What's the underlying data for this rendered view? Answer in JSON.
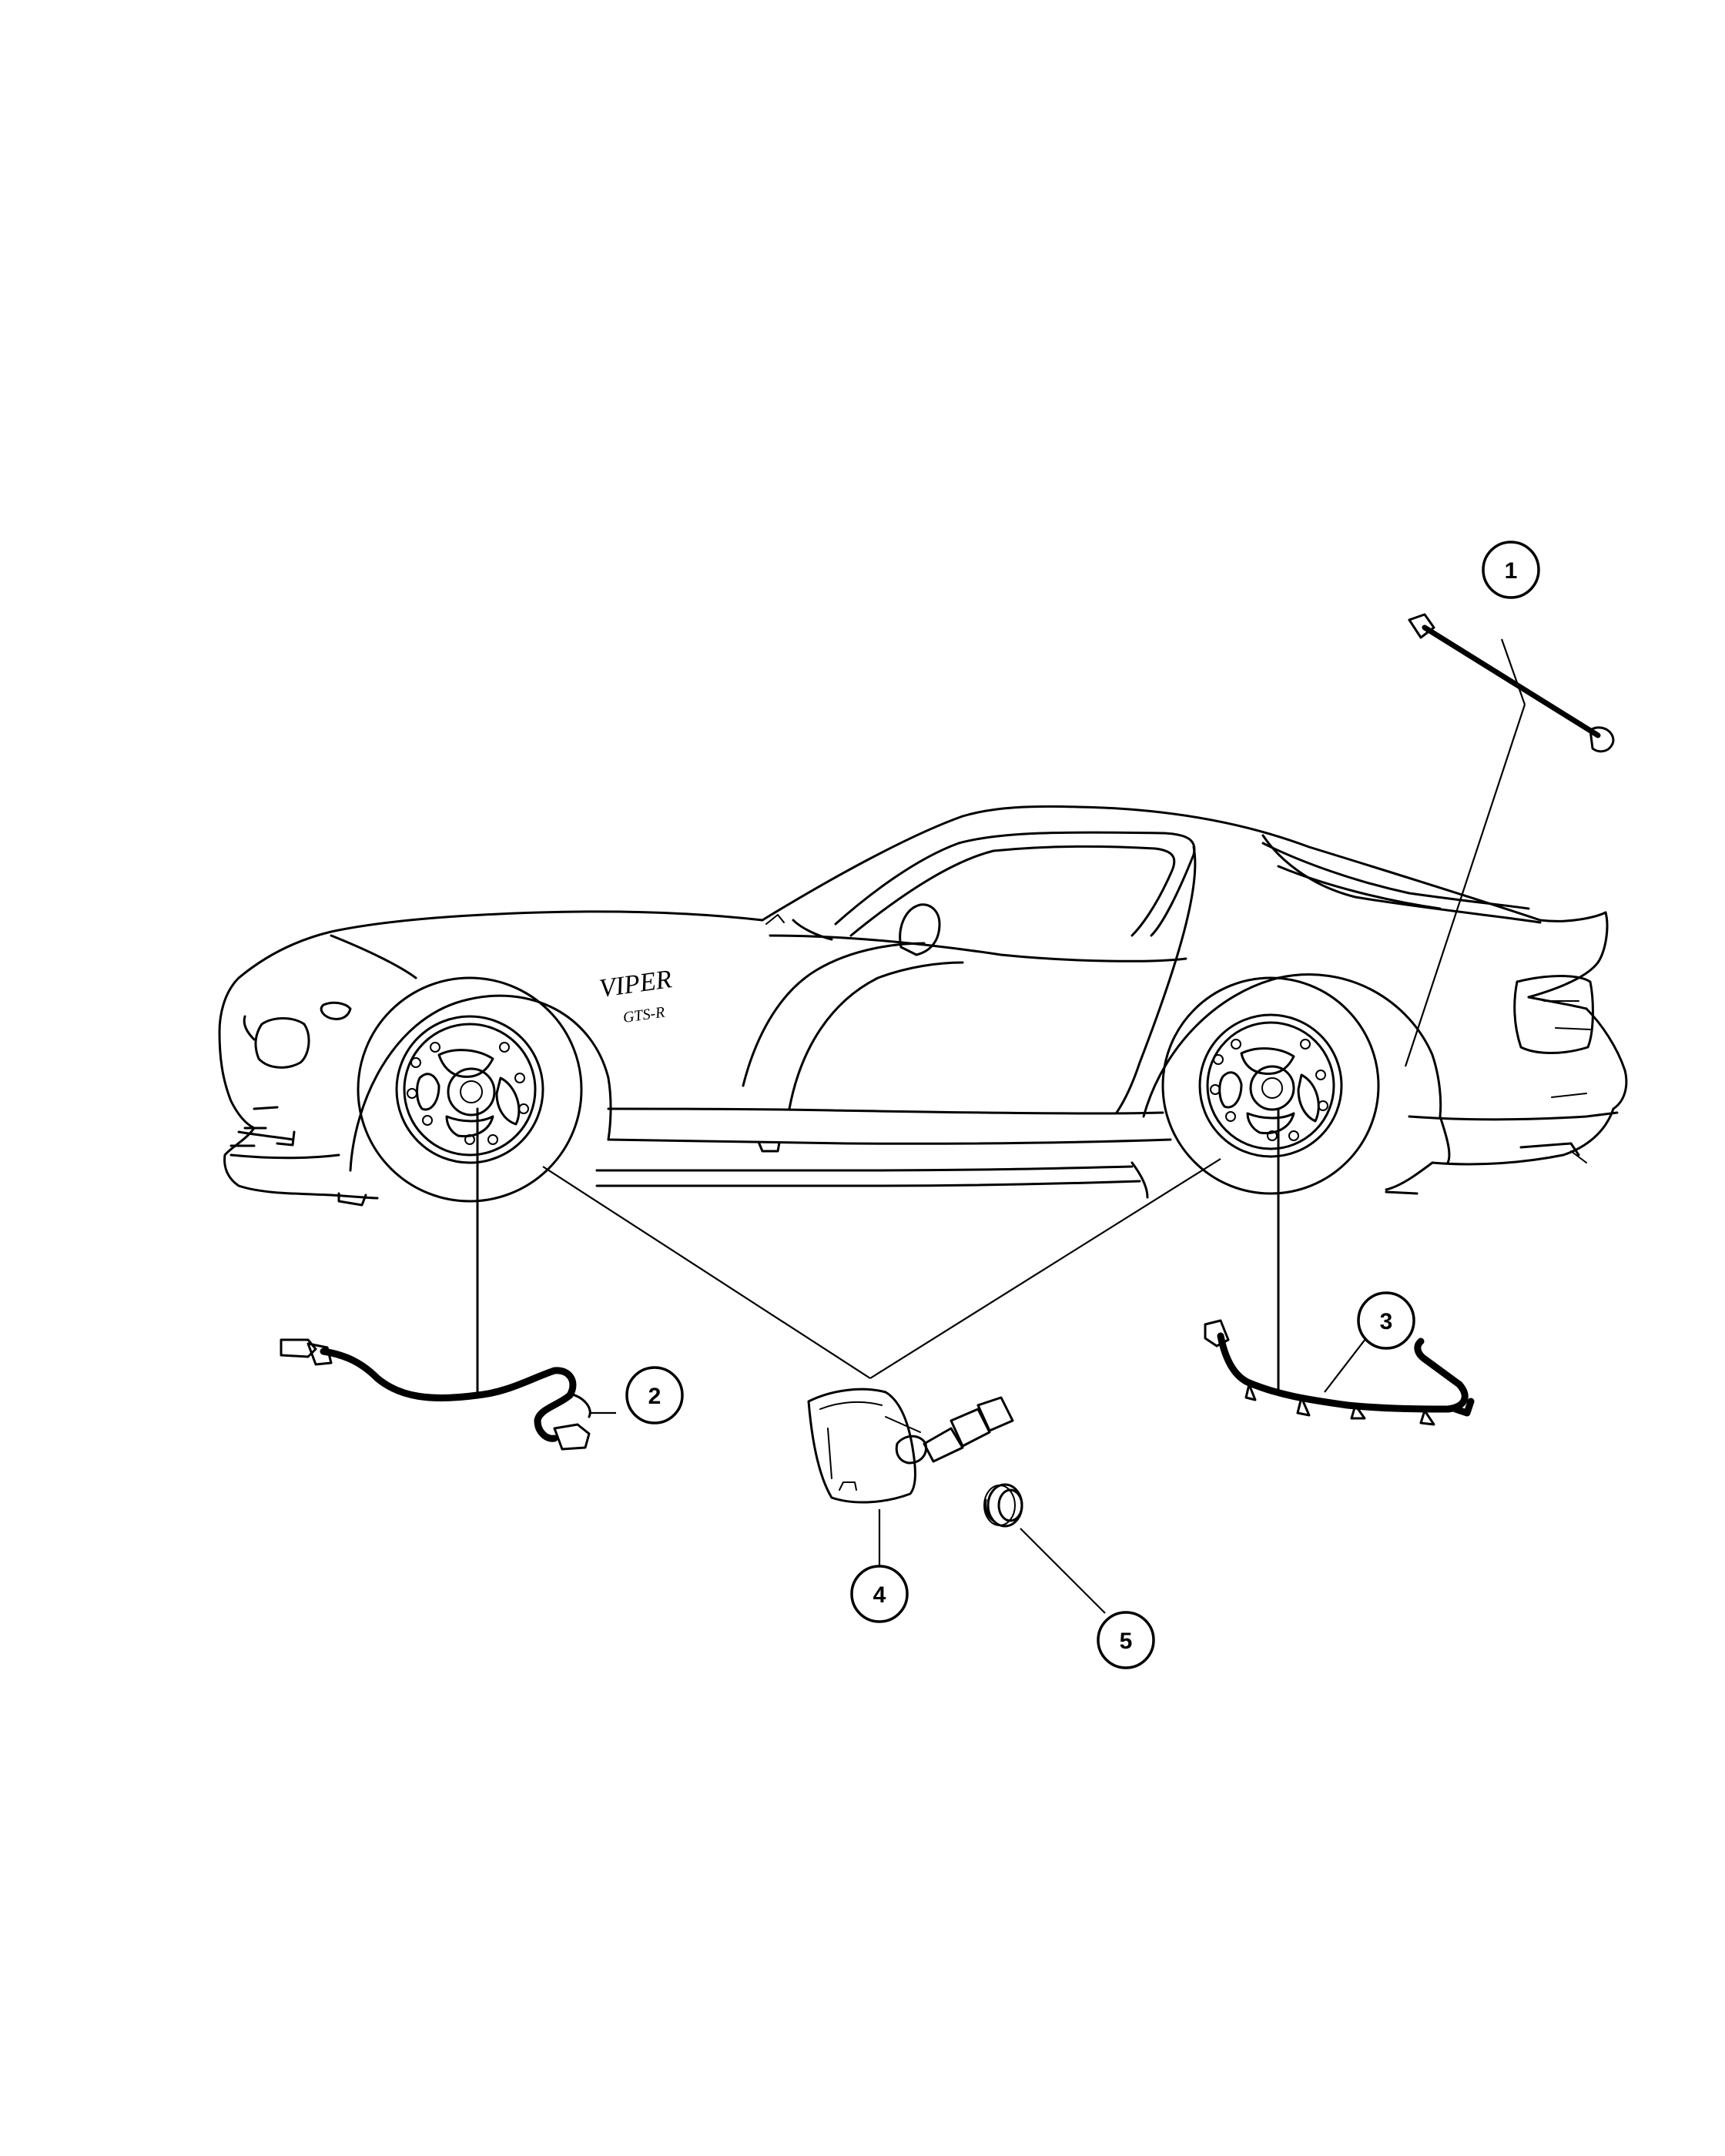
{
  "badge": {
    "model": "VIPER",
    "sub": "GTS-R"
  },
  "callouts": [
    {
      "id": "1",
      "label": "1"
    },
    {
      "id": "2",
      "label": "2"
    },
    {
      "id": "3",
      "label": "3"
    },
    {
      "id": "4",
      "label": "4"
    },
    {
      "id": "5",
      "label": "5"
    }
  ]
}
